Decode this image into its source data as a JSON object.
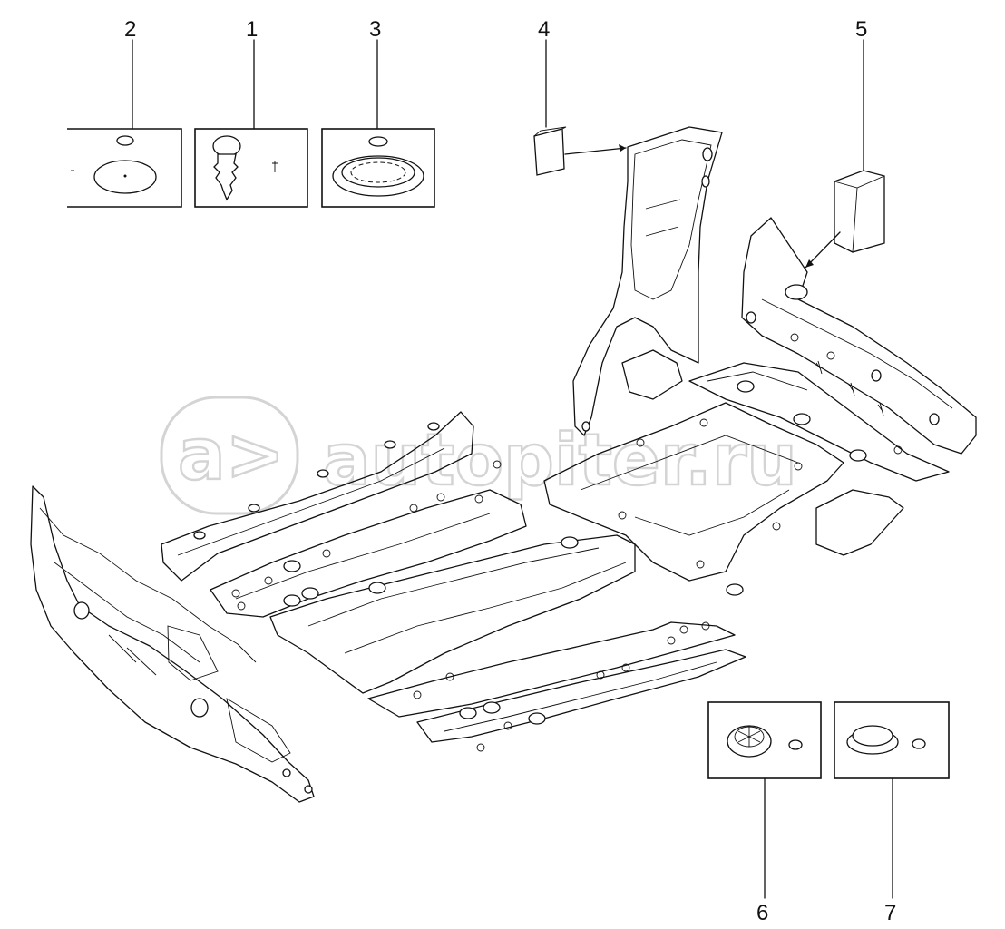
{
  "callouts": [
    {
      "id": "2",
      "label": "2"
    },
    {
      "id": "1",
      "label": "1"
    },
    {
      "id": "3",
      "label": "3"
    },
    {
      "id": "4",
      "label": "4"
    },
    {
      "id": "5",
      "label": "5"
    },
    {
      "id": "6",
      "label": "6"
    },
    {
      "id": "7",
      "label": "7"
    }
  ],
  "watermark": {
    "text": "autopiter.ru",
    "logo_text": "a>"
  },
  "colors": {
    "line": "#111111",
    "background": "#ffffff",
    "watermark": "#d4d4d4"
  }
}
